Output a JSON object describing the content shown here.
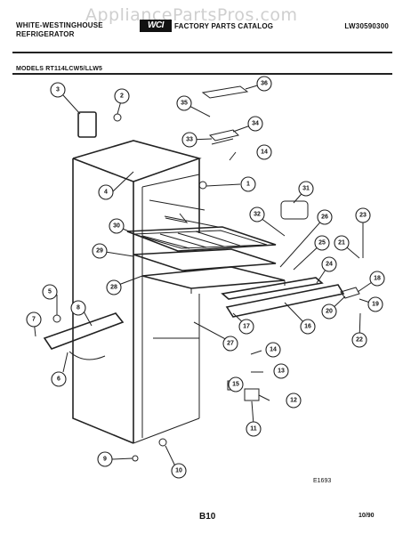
{
  "header": {
    "brand_line1": "WHITE-WESTINGHOUSE",
    "brand_line2": "REFRIGERATOR",
    "logo_text": "WCI",
    "catalog_title": "FACTORY PARTS CATALOG",
    "document_number": "LW30590300",
    "models": "MODELS RT114LCW5/LLW5"
  },
  "watermark": "AppliancePartsPros.com",
  "footer": {
    "figure_code": "E1693",
    "page_code": "B10",
    "date": "10/90"
  },
  "callouts": [
    "1",
    "2",
    "3",
    "4",
    "5",
    "6",
    "7",
    "8",
    "9",
    "10",
    "11",
    "12",
    "13",
    "14",
    "14",
    "15",
    "16",
    "17",
    "18",
    "19",
    "20",
    "21",
    "22",
    "23",
    "24",
    "25",
    "26",
    "27",
    "28",
    "29",
    "30",
    "31",
    "32",
    "33",
    "34",
    "35",
    "36"
  ]
}
